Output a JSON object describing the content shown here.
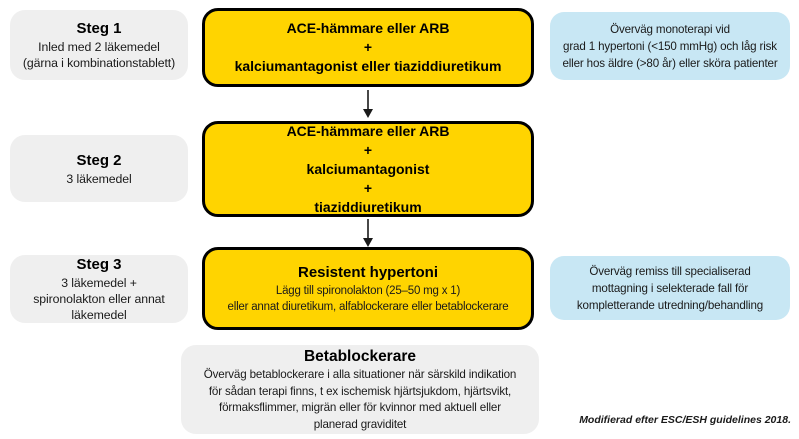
{
  "flow": {
    "left_steps": [
      {
        "title": "Steg 1",
        "body": "Inled med 2 läkemedel\n(gärna i kombinationstablett)"
      },
      {
        "title": "Steg 2",
        "body": "3 läkemedel"
      },
      {
        "title": "Steg 3",
        "body": "3 läkemedel +\nspironolakton eller annat\nläkemedel"
      }
    ],
    "main_boxes": [
      {
        "text": "ACE-hämmare eller ARB\n+\nkalciumantagonist eller tiaziddiuretikum"
      },
      {
        "text": "ACE-hämmare eller ARB\n+\nkalciumantagonist\n+\ntiaziddiuretikum"
      },
      {
        "title": "Resistent hypertoni",
        "body": "Lägg till spironolakton (25–50 mg x 1)\neller annat diuretikum, alfablockerare eller betablockerare"
      }
    ],
    "side_notes": [
      {
        "text": "Överväg monoterapi vid\ngrad 1 hypertoni (<150 mmHg) och låg risk\neller hos äldre (>80 år) eller sköra patienter"
      },
      {
        "text": "Överväg remiss till specialiserad\nmottagning i selekterade fall för\nkompletterande utredning/behandling"
      }
    ],
    "footnote_box": {
      "title": "Betablockerare",
      "body": "Överväg betablockerare i alla situationer när särskild indikation\nför sådan terapi finns, t ex ischemisk hjärtsjukdom, hjärtsvikt,\nförmaksflimmer, migrän eller för kvinnor med aktuell eller\nplanerad graviditet"
    },
    "credit": "Modifierad efter ESC/ESH guidelines 2018.",
    "colors": {
      "yellow": "#ffd400",
      "gray": "#efefef",
      "blue": "#c8e7f4",
      "arrow": "#1a1a1a"
    }
  }
}
